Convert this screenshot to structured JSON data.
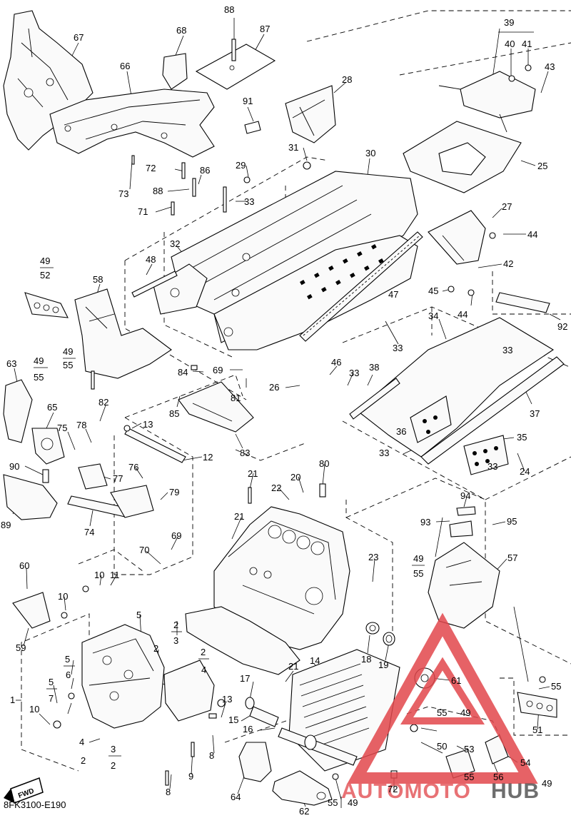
{
  "diagram_code": "8FK3100-E190",
  "direction_badge": "FWD",
  "watermark": {
    "text_a": "AUTOMOTO",
    "text_b": "HUB",
    "accent_color": "#e2474c",
    "dark_color": "#1c1c1c"
  },
  "colors": {
    "line": "#000000",
    "background": "#ffffff"
  },
  "callouts": {
    "c88a": "88",
    "c87": "87",
    "c68": "68",
    "c67": "67",
    "c66": "66",
    "c91": "91",
    "c28": "28",
    "c39": "39",
    "c40": "40",
    "c41": "41",
    "c43": "43",
    "c25": "25",
    "c31": "31",
    "c30": "30",
    "c29": "29",
    "c72a": "72",
    "c86": "86",
    "c88b": "88",
    "c73": "73",
    "c33a": "33",
    "c71": "71",
    "c27": "27",
    "c44a": "44",
    "c42": "42",
    "c45": "45",
    "c44b": "44",
    "c48": "48",
    "c32": "32",
    "c47": "47",
    "c92": "92",
    "c49a": "49",
    "c52": "52",
    "c58": "58",
    "c34": "34",
    "c33b": "33",
    "c33c": "33",
    "c49b": "49",
    "c55a": "55",
    "c84": "84",
    "c69a": "69",
    "c46": "46",
    "c33d": "33",
    "c38": "38",
    "c63": "63",
    "c49c": "49",
    "c55b": "55",
    "c26": "26",
    "c81": "81",
    "c85": "85",
    "c37": "37",
    "c82": "82",
    "c65": "65",
    "c13a": "13",
    "c78": "78",
    "c75": "75",
    "c36": "36",
    "c12": "12",
    "c83": "83",
    "c35": "35",
    "c33e": "33",
    "c33f": "33",
    "c24": "24",
    "c90": "90",
    "c76": "76",
    "c77": "77",
    "c80": "80",
    "c21a": "21",
    "c20": "20",
    "c22": "22",
    "c79": "79",
    "c89": "89",
    "c74": "74",
    "c94": "94",
    "c93": "93",
    "c95": "95",
    "c21b": "21",
    "c69b": "69",
    "c23": "23",
    "c70": "70",
    "c49d": "49",
    "c55c": "55",
    "c57": "57",
    "c60": "60",
    "c10a": "10",
    "c11": "11",
    "c10b": "10",
    "c5a": "5",
    "c59": "59",
    "c2a": "2",
    "c3a": "3",
    "c2b": "2",
    "c4a": "4",
    "c18": "18",
    "c19": "19",
    "c5b": "5",
    "c6": "6",
    "c5c": "5",
    "c7": "7",
    "c14": "14",
    "c21c": "21",
    "c17": "17",
    "c61": "61",
    "c1": "1",
    "c10c": "10",
    "c13b": "13",
    "c15": "15",
    "c16": "16",
    "c55d": "55",
    "c49e": "49",
    "c55e": "55",
    "c51": "51",
    "c4b": "4",
    "c2c": "2",
    "c3b": "3",
    "c2d": "2",
    "c8a": "8",
    "c9": "9",
    "c50": "50",
    "c53": "53",
    "c54": "54",
    "c55f": "55",
    "c56": "56",
    "c49f": "49",
    "c8b": "8",
    "c64": "64",
    "c72b": "72",
    "c55g": "55",
    "c49g": "49",
    "c62": "62"
  }
}
